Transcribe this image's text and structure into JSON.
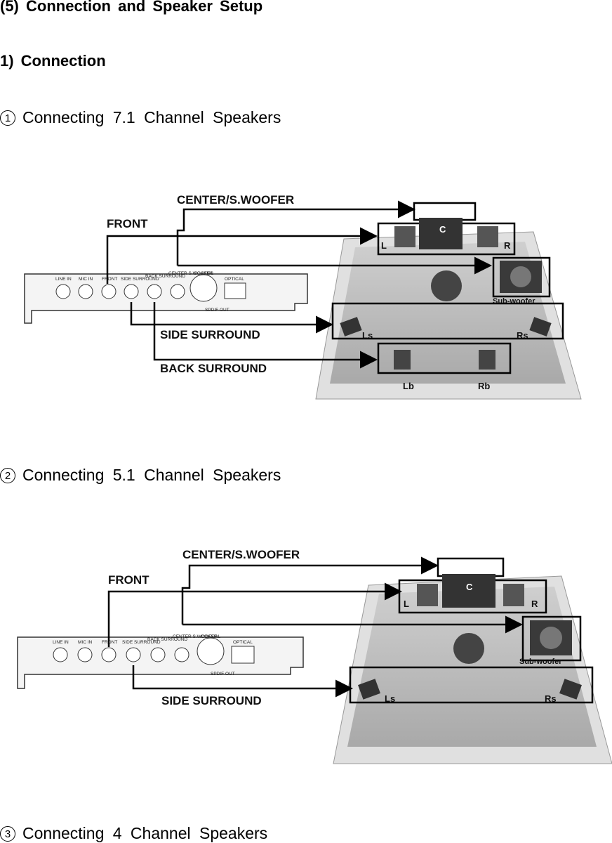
{
  "section_title": "(5)  Connection  and  Speaker  Setup",
  "subsection_title": "1)  Connection",
  "items": [
    {
      "number": "1",
      "title": "Connecting  7.1  Channel  Speakers"
    },
    {
      "number": "2",
      "title": "Connecting  5.1  Channel  Speakers"
    },
    {
      "number": "3",
      "title": "Connecting  4  Channel  Speakers"
    }
  ],
  "diagram71": {
    "labels": {
      "center": "CENTER/S.WOOFER",
      "front": "FRONT",
      "side": "SIDE SURROUND",
      "back": "BACK SURROUND"
    },
    "ports": [
      "LINE IN",
      "MIC IN",
      "FRONT",
      "SIDE SURROUND",
      "BACK SURROUND",
      "CENTER S.WOOFER",
      "COAXIAL",
      "OPTICAL"
    ],
    "spdif": "SPDIF OUT",
    "speakers": {
      "c": "C",
      "l": "L",
      "r": "R",
      "sub": "Sub-woofer",
      "ls": "Ls",
      "rs": "Rs",
      "lb": "Lb",
      "rb": "Rb"
    }
  },
  "diagram51": {
    "labels": {
      "center": "CENTER/S.WOOFER",
      "front": "FRONT",
      "side": "SIDE SURROUND"
    },
    "ports": [
      "LINE IN",
      "MIC IN",
      "FRONT",
      "SIDE SURROUND",
      "BACK SURROUND",
      "CENTER S.WOOFER",
      "COAXIAL",
      "OPTICAL"
    ],
    "spdif": "SPDIF OUT",
    "speakers": {
      "c": "C",
      "l": "L",
      "r": "R",
      "sub": "Sub-woofer",
      "ls": "Ls",
      "rs": "Rs"
    }
  }
}
